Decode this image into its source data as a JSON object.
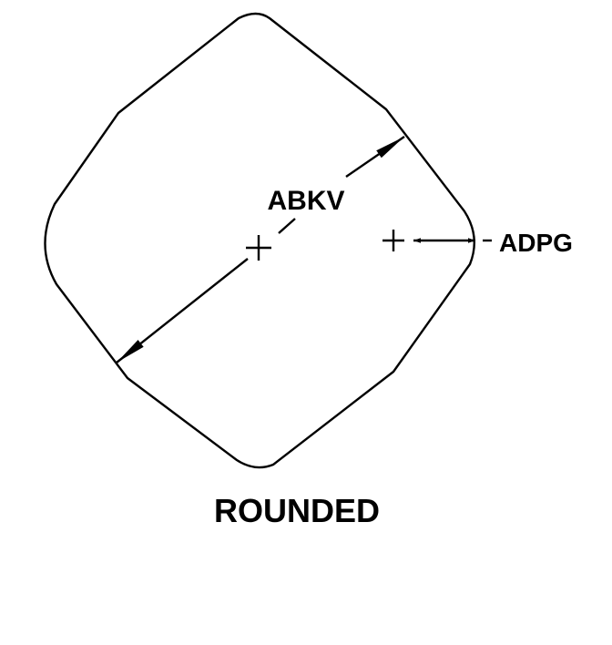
{
  "diagram": {
    "shape_name": "ROUNDED",
    "labels": {
      "across_dimension": "ABKV",
      "center_to_edge_dimension": "ADPG"
    },
    "colors": {
      "line": "#000000",
      "background": "#ffffff"
    }
  }
}
